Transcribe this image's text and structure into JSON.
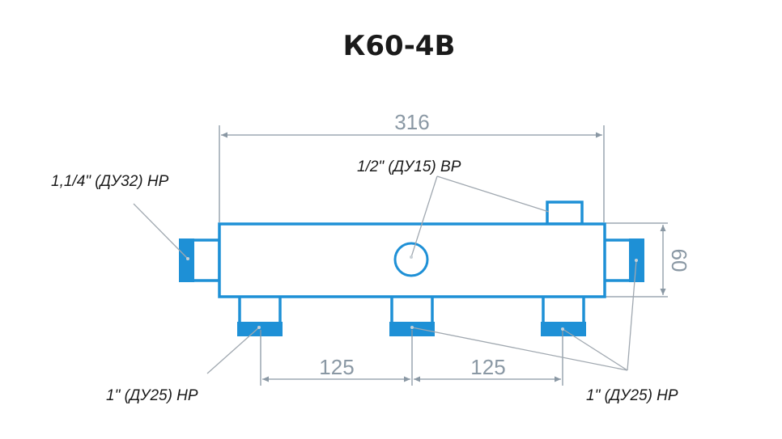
{
  "title": "К60-4В",
  "dimensions": {
    "overall_length": "316",
    "height": "60",
    "spacing_left": "125",
    "spacing_right": "125"
  },
  "callouts": {
    "side_port": "1,1/4\" (ДУ32) НР",
    "top_port": "1/2\" (ДУ15) ВР",
    "bottom_left": "1\" (ДУ25) НР",
    "bottom_right": "1\" (ДУ25) НР"
  },
  "colors": {
    "body_stroke": "#1e90d6",
    "fitting_fill": "#1e90d6",
    "dimension": "#8a98a4",
    "leader": "#a0a8b0",
    "text": "#1a1a1a"
  }
}
